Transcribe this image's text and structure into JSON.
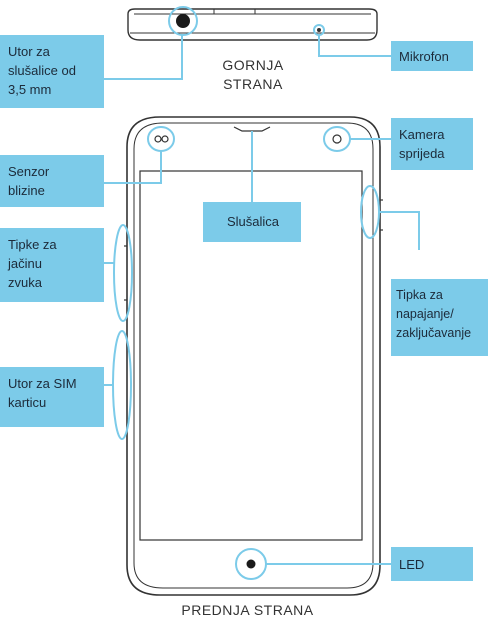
{
  "captions": {
    "top_side": "GORNJA\nSTRANA",
    "front_side": "PREDNJA STRANA"
  },
  "labels": {
    "headphone_jack": "Utor za\nslušalice od\n3,5 mm",
    "microphone": "Mikrofon",
    "proximity_sensor": "Senzor\nblizine",
    "front_camera": "Kamera\nsprijeda",
    "earpiece": "Slušalica",
    "volume_keys": "Tipke za\njačinu\nzvuka",
    "power_lock_key": "Tipka za\nnapajanje/\nzaključavanje",
    "sim_slot": "Utor za SIM\nkarticu",
    "led": "LED"
  },
  "colors": {
    "callout": "#7ccbe9",
    "leader": "#7ccbe9",
    "outline": "#333333"
  }
}
